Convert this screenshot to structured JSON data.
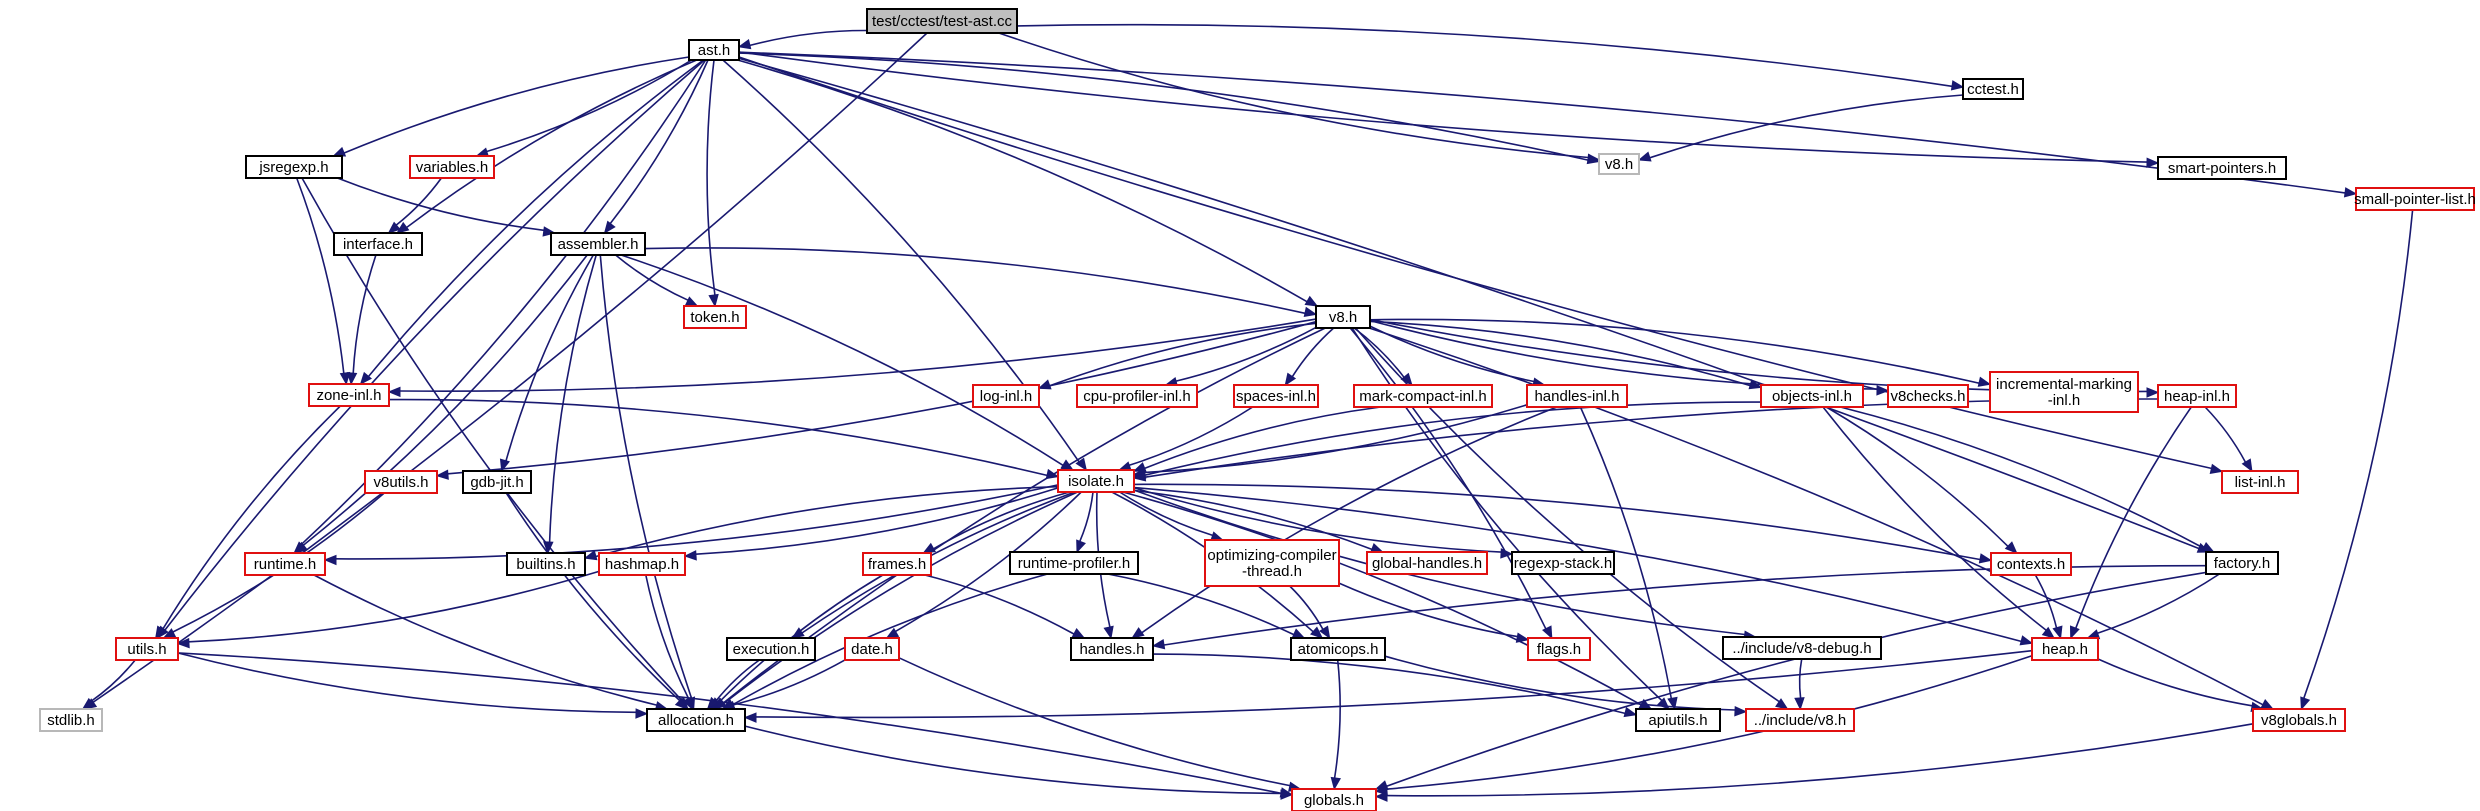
{
  "colors": {
    "edge": "#191970",
    "node_border_black": "#000000",
    "node_border_red": "#e01010",
    "node_border_grey": "#b8b8b8",
    "root_fill": "#bfbfbf"
  },
  "nodes": [
    {
      "id": "test_ast",
      "label": "test/cctest/test-ast.cc",
      "style": "root"
    },
    {
      "id": "ast",
      "label": "ast.h",
      "style": "black"
    },
    {
      "id": "cctest",
      "label": "cctest.h",
      "style": "black"
    },
    {
      "id": "v8_top",
      "label": "v8.h",
      "style": "grey"
    },
    {
      "id": "jsregexp",
      "label": "jsregexp.h",
      "style": "black"
    },
    {
      "id": "variables",
      "label": "variables.h",
      "style": "red"
    },
    {
      "id": "smart_pointers",
      "label": "smart-pointers.h",
      "style": "black"
    },
    {
      "id": "small_pointer_list",
      "label": "small-pointer-list.h",
      "style": "red"
    },
    {
      "id": "interface",
      "label": "interface.h",
      "style": "black"
    },
    {
      "id": "assembler",
      "label": "assembler.h",
      "style": "black"
    },
    {
      "id": "token",
      "label": "token.h",
      "style": "red"
    },
    {
      "id": "v8h",
      "label": "v8.h",
      "style": "black"
    },
    {
      "id": "zone_inl",
      "label": "zone-inl.h",
      "style": "red"
    },
    {
      "id": "log_inl",
      "label": "log-inl.h",
      "style": "red"
    },
    {
      "id": "cpu_profiler_inl",
      "label": "cpu-profiler-inl.h",
      "style": "red"
    },
    {
      "id": "spaces_inl",
      "label": "spaces-inl.h",
      "style": "red"
    },
    {
      "id": "mark_compact_inl",
      "label": "mark-compact-inl.h",
      "style": "red"
    },
    {
      "id": "handles_inl",
      "label": "handles-inl.h",
      "style": "red"
    },
    {
      "id": "objects_inl",
      "label": "objects-inl.h",
      "style": "red"
    },
    {
      "id": "v8checks",
      "label": "v8checks.h",
      "style": "red"
    },
    {
      "id": "incremental_marking_inl",
      "label": "incremental-marking\n-inl.h",
      "style": "red"
    },
    {
      "id": "heap_inl",
      "label": "heap-inl.h",
      "style": "red"
    },
    {
      "id": "v8utils",
      "label": "v8utils.h",
      "style": "red"
    },
    {
      "id": "gdb_jit",
      "label": "gdb-jit.h",
      "style": "black"
    },
    {
      "id": "isolate",
      "label": "isolate.h",
      "style": "red"
    },
    {
      "id": "list_inl",
      "label": "list-inl.h",
      "style": "red"
    },
    {
      "id": "runtime",
      "label": "runtime.h",
      "style": "red"
    },
    {
      "id": "builtins",
      "label": "builtins.h",
      "style": "black"
    },
    {
      "id": "hashmap",
      "label": "hashmap.h",
      "style": "red"
    },
    {
      "id": "frames",
      "label": "frames.h",
      "style": "red"
    },
    {
      "id": "runtime_profiler",
      "label": "runtime-profiler.h",
      "style": "black"
    },
    {
      "id": "optimizing_compiler_thread",
      "label": "optimizing-compiler\n-thread.h",
      "style": "red"
    },
    {
      "id": "global_handles",
      "label": "global-handles.h",
      "style": "red"
    },
    {
      "id": "regexp_stack",
      "label": "regexp-stack.h",
      "style": "black"
    },
    {
      "id": "contexts",
      "label": "contexts.h",
      "style": "red"
    },
    {
      "id": "factory",
      "label": "factory.h",
      "style": "black"
    },
    {
      "id": "utils",
      "label": "utils.h",
      "style": "red"
    },
    {
      "id": "execution",
      "label": "execution.h",
      "style": "black"
    },
    {
      "id": "date",
      "label": "date.h",
      "style": "red"
    },
    {
      "id": "handles",
      "label": "handles.h",
      "style": "black"
    },
    {
      "id": "atomicops",
      "label": "atomicops.h",
      "style": "black"
    },
    {
      "id": "flags",
      "label": "flags.h",
      "style": "red"
    },
    {
      "id": "include_v8_debug",
      "label": "../include/v8-debug.h",
      "style": "black"
    },
    {
      "id": "heap",
      "label": "heap.h",
      "style": "red"
    },
    {
      "id": "stdlib",
      "label": "stdlib.h",
      "style": "grey"
    },
    {
      "id": "allocation",
      "label": "allocation.h",
      "style": "black"
    },
    {
      "id": "apiutils",
      "label": "apiutils.h",
      "style": "black"
    },
    {
      "id": "include_v8",
      "label": "../include/v8.h",
      "style": "red"
    },
    {
      "id": "v8globals",
      "label": "v8globals.h",
      "style": "red"
    },
    {
      "id": "globals",
      "label": "globals.h",
      "style": "red"
    }
  ],
  "edges": [
    [
      "test_ast",
      "ast"
    ],
    [
      "test_ast",
      "cctest"
    ],
    [
      "test_ast",
      "v8_top"
    ],
    [
      "test_ast",
      "stdlib"
    ],
    [
      "cctest",
      "v8_top"
    ],
    [
      "ast",
      "v8_top"
    ],
    [
      "ast",
      "jsregexp"
    ],
    [
      "ast",
      "variables"
    ],
    [
      "ast",
      "smart_pointers"
    ],
    [
      "ast",
      "small_pointer_list"
    ],
    [
      "ast",
      "interface"
    ],
    [
      "ast",
      "assembler"
    ],
    [
      "ast",
      "token"
    ],
    [
      "ast",
      "v8h"
    ],
    [
      "ast",
      "zone_inl"
    ],
    [
      "ast",
      "isolate"
    ],
    [
      "ast",
      "list_inl"
    ],
    [
      "ast",
      "factory"
    ],
    [
      "ast",
      "utils"
    ],
    [
      "ast",
      "runtime"
    ],
    [
      "jsregexp",
      "assembler"
    ],
    [
      "jsregexp",
      "zone_inl"
    ],
    [
      "jsregexp",
      "allocation"
    ],
    [
      "variables",
      "interface"
    ],
    [
      "interface",
      "zone_inl"
    ],
    [
      "small_pointer_list",
      "v8globals"
    ],
    [
      "assembler",
      "token"
    ],
    [
      "assembler",
      "v8h"
    ],
    [
      "assembler",
      "gdb_jit"
    ],
    [
      "assembler",
      "isolate"
    ],
    [
      "assembler",
      "builtins"
    ],
    [
      "assembler",
      "runtime"
    ],
    [
      "assembler",
      "allocation"
    ],
    [
      "v8h",
      "zone_inl"
    ],
    [
      "v8h",
      "log_inl"
    ],
    [
      "v8h",
      "cpu_profiler_inl"
    ],
    [
      "v8h",
      "spaces_inl"
    ],
    [
      "v8h",
      "mark_compact_inl"
    ],
    [
      "v8h",
      "handles_inl"
    ],
    [
      "v8h",
      "objects_inl"
    ],
    [
      "v8h",
      "v8checks"
    ],
    [
      "v8h",
      "incremental_marking_inl"
    ],
    [
      "v8h",
      "heap_inl"
    ],
    [
      "v8h",
      "v8utils"
    ],
    [
      "v8h",
      "allocation"
    ],
    [
      "v8h",
      "flags"
    ],
    [
      "v8h",
      "include_v8"
    ],
    [
      "v8h",
      "v8globals"
    ],
    [
      "v8h",
      "apiutils"
    ],
    [
      "zone_inl",
      "isolate"
    ],
    [
      "zone_inl",
      "utils"
    ],
    [
      "spaces_inl",
      "isolate"
    ],
    [
      "mark_compact_inl",
      "isolate"
    ],
    [
      "handles_inl",
      "isolate"
    ],
    [
      "handles_inl",
      "handles"
    ],
    [
      "handles_inl",
      "apiutils"
    ],
    [
      "objects_inl",
      "isolate"
    ],
    [
      "objects_inl",
      "contexts"
    ],
    [
      "objects_inl",
      "heap"
    ],
    [
      "objects_inl",
      "factory"
    ],
    [
      "heap_inl",
      "isolate"
    ],
    [
      "heap_inl",
      "list_inl"
    ],
    [
      "heap_inl",
      "heap"
    ],
    [
      "v8utils",
      "utils"
    ],
    [
      "gdb_jit",
      "allocation"
    ],
    [
      "isolate",
      "runtime"
    ],
    [
      "isolate",
      "builtins"
    ],
    [
      "isolate",
      "hashmap"
    ],
    [
      "isolate",
      "frames"
    ],
    [
      "isolate",
      "runtime_profiler"
    ],
    [
      "isolate",
      "optimizing_compiler_thread"
    ],
    [
      "isolate",
      "global_handles"
    ],
    [
      "isolate",
      "regexp_stack"
    ],
    [
      "isolate",
      "contexts"
    ],
    [
      "isolate",
      "execution"
    ],
    [
      "isolate",
      "date"
    ],
    [
      "isolate",
      "handles"
    ],
    [
      "isolate",
      "atomicops"
    ],
    [
      "isolate",
      "include_v8_debug"
    ],
    [
      "isolate",
      "heap"
    ],
    [
      "isolate",
      "allocation"
    ],
    [
      "isolate",
      "apiutils"
    ],
    [
      "runtime",
      "allocation"
    ],
    [
      "hashmap",
      "utils"
    ],
    [
      "hashmap",
      "allocation"
    ],
    [
      "frames",
      "handles"
    ],
    [
      "frames",
      "allocation"
    ],
    [
      "runtime_profiler",
      "atomicops"
    ],
    [
      "runtime_profiler",
      "allocation"
    ],
    [
      "optimizing_compiler_thread",
      "atomicops"
    ],
    [
      "optimizing_compiler_thread",
      "flags"
    ],
    [
      "contexts",
      "heap"
    ],
    [
      "factory",
      "handles"
    ],
    [
      "factory",
      "heap"
    ],
    [
      "factory",
      "globals"
    ],
    [
      "utils",
      "stdlib"
    ],
    [
      "utils",
      "allocation"
    ],
    [
      "utils",
      "globals"
    ],
    [
      "execution",
      "allocation"
    ],
    [
      "date",
      "allocation"
    ],
    [
      "date",
      "globals"
    ],
    [
      "handles",
      "apiutils"
    ],
    [
      "atomicops",
      "include_v8"
    ],
    [
      "atomicops",
      "globals"
    ],
    [
      "include_v8_debug",
      "include_v8"
    ],
    [
      "heap",
      "allocation"
    ],
    [
      "heap",
      "v8globals"
    ],
    [
      "heap",
      "globals"
    ],
    [
      "allocation",
      "globals"
    ],
    [
      "v8globals",
      "globals"
    ]
  ]
}
